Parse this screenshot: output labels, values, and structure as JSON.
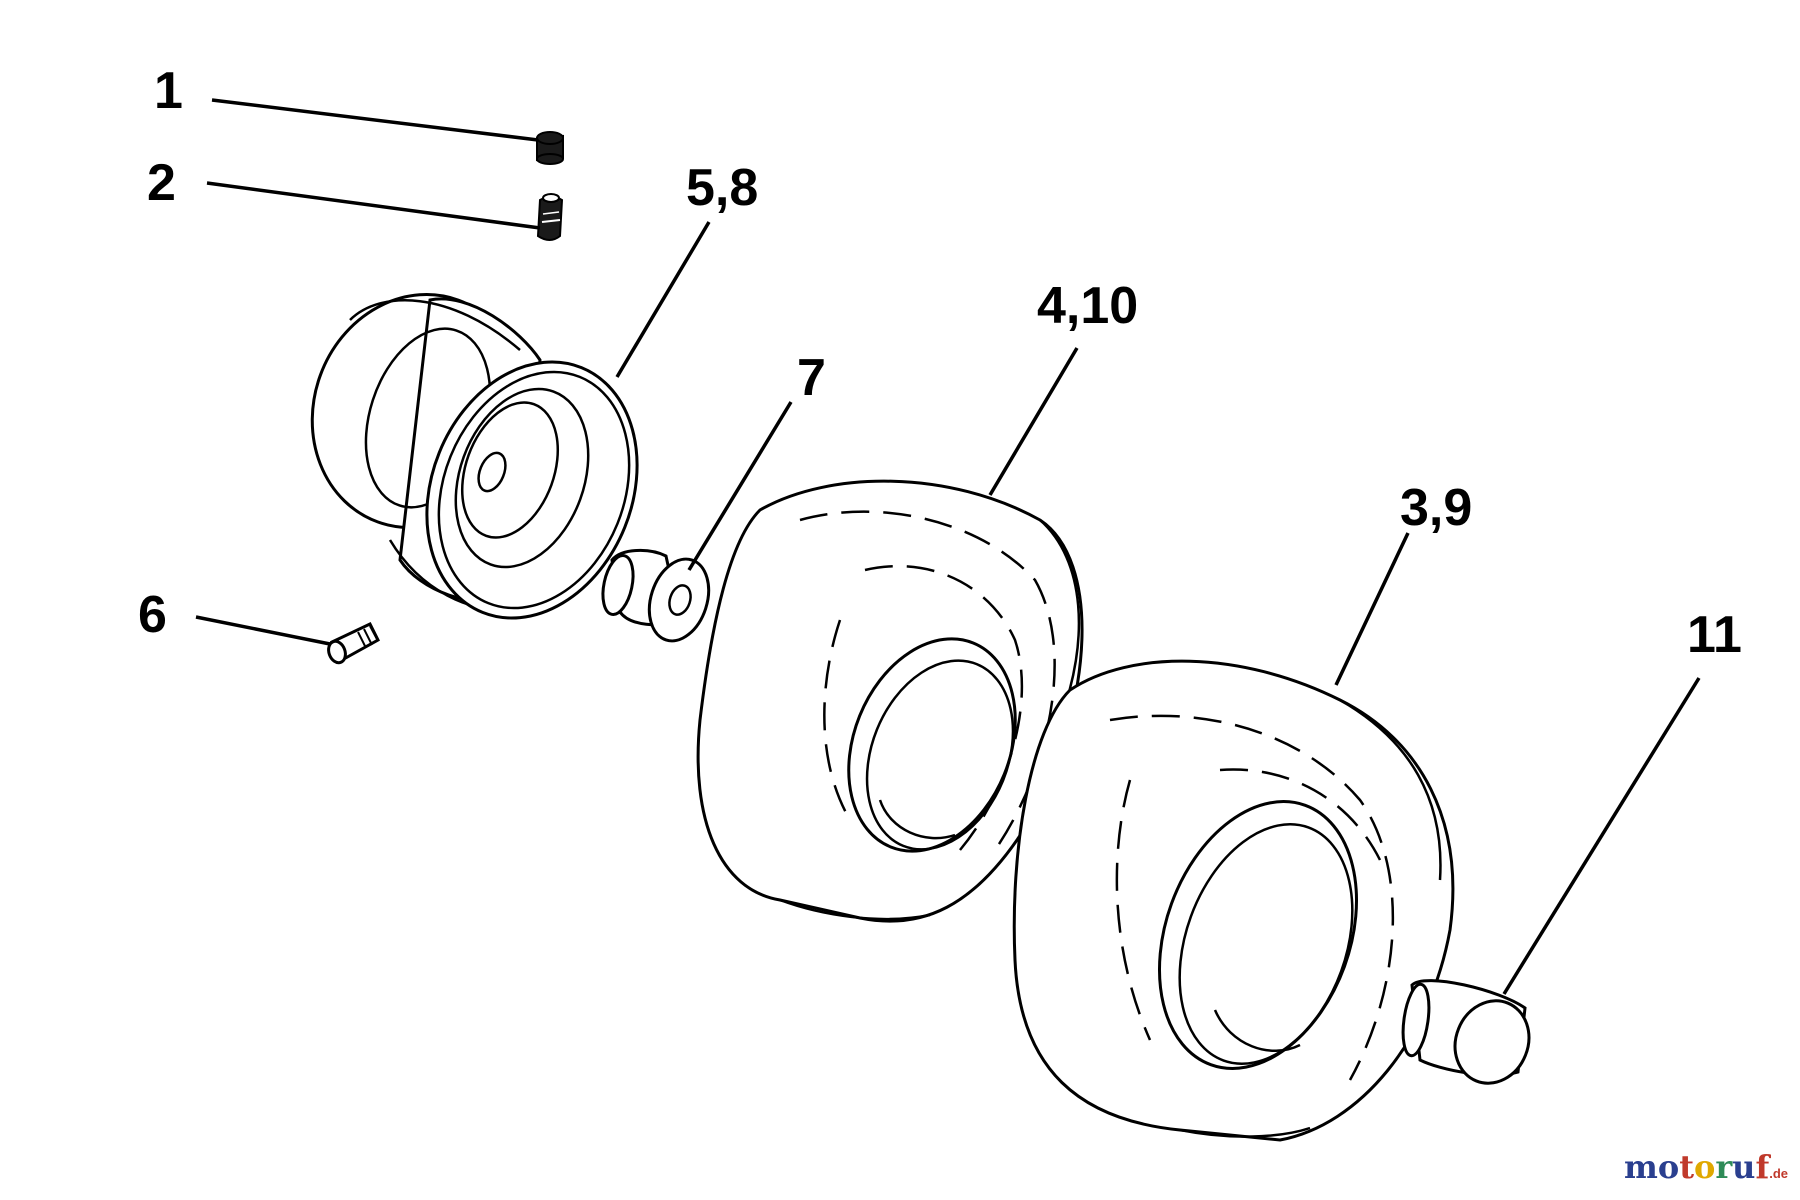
{
  "callouts": {
    "c1": "1",
    "c2": "2",
    "c58": "5,8",
    "c7": "7",
    "c410": "4,10",
    "c39": "3,9",
    "c6": "6",
    "c11": "11"
  },
  "watermark": {
    "letters": [
      "m",
      "o",
      "t",
      "o",
      "r",
      "u",
      "f"
    ],
    "letter_colors": [
      "#2a3f8f",
      "#2a3f8f",
      "#c0392b",
      "#e0a800",
      "#2e8b57",
      "#2a3f8f",
      "#c0392b"
    ],
    "suffix": ".de"
  }
}
